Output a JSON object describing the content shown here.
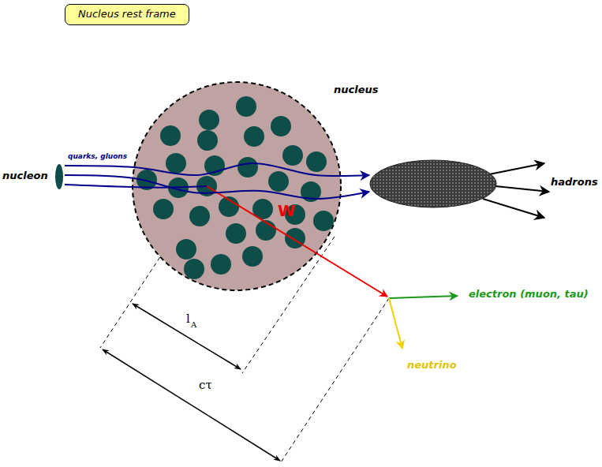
{
  "diagram": {
    "nodes": [
      {
        "text": [
          "Nucleus rest frame"
        ]
      },
      {
        "text": [
          "nucleus"
        ]
      },
      {
        "text": [
          "nucleon"
        ]
      },
      {
        "text": [
          "hadrons"
        ]
      }
    ],
    "edges": [
      {
        "from": 2,
        "to": 3,
        "label": "quarks, gluons",
        "arrow": "to"
      }
    ],
    "labels": [
      "W",
      "electron (muon, tau)",
      "neutrino",
      "l",
      "A",
      "cτ"
    ]
  }
}
